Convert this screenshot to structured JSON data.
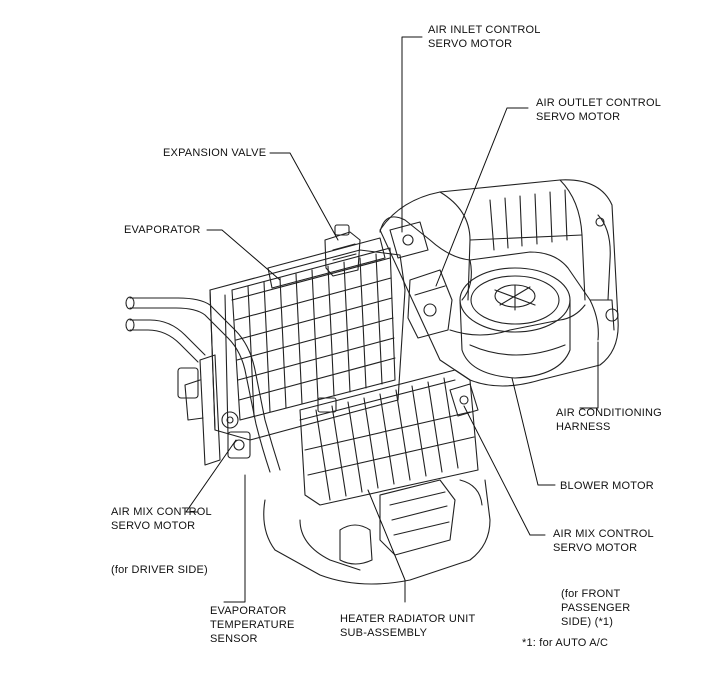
{
  "labels": {
    "air_inlet": "AIR INLET CONTROL\nSERVO MOTOR",
    "air_outlet": "AIR OUTLET CONTROL\nSERVO MOTOR",
    "expansion_valve": "EXPANSION VALVE",
    "evaporator": "EVAPORATOR",
    "air_conditioning_harness": "AIR CONDITIONING\nHARNESS",
    "blower_motor": "BLOWER MOTOR",
    "air_mix_left": "AIR MIX CONTROL\nSERVO MOTOR",
    "driver_side": "(for DRIVER SIDE)",
    "air_mix_right": "AIR MIX CONTROL\nSERVO MOTOR",
    "front_passenger": "(for FRONT\nPASSENGER\nSIDE) (*1)",
    "evaporator_temp": "EVAPORATOR\nTEMPERATURE\nSENSOR",
    "heater_radiator": "HEATER RADIATOR UNIT\nSUB-ASSEMBLY",
    "footnote": "*1: for AUTO A/C"
  }
}
